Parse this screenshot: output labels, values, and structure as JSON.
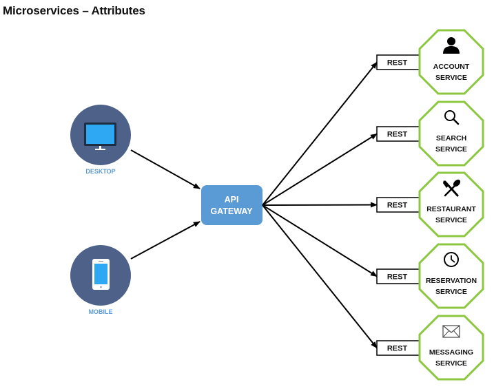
{
  "title": "Microservices – Attributes",
  "colors": {
    "client_circle": "#4d6189",
    "screen_blue": "#2ea8f2",
    "client_label": "#5b9bd5",
    "gateway_fill": "#5b9bd5",
    "service_border": "#8cc83f",
    "arrow": "#000000"
  },
  "clients": [
    {
      "id": "desktop",
      "label": "DESKTOP",
      "icon": "desktop-monitor-icon"
    },
    {
      "id": "mobile",
      "label": "MOBILE",
      "icon": "mobile-phone-icon"
    }
  ],
  "gateway": {
    "line1": "API",
    "line2": "GATEWAY"
  },
  "services": [
    {
      "id": "account",
      "rest": "REST",
      "line1": "ACCOUNT",
      "line2": "SERVICE",
      "icon": "user-icon"
    },
    {
      "id": "search",
      "rest": "REST",
      "line1": "SEARCH",
      "line2": "SERVICE",
      "icon": "search-icon"
    },
    {
      "id": "restaurant",
      "rest": "REST",
      "line1": "RESTAURANT",
      "line2": "SERVICE",
      "icon": "fork-spoon-icon"
    },
    {
      "id": "reservation",
      "rest": "REST",
      "line1": "RESERVATION",
      "line2": "SERVICE",
      "icon": "clock-icon"
    },
    {
      "id": "messaging",
      "rest": "REST",
      "line1": "MESSAGING",
      "line2": "SERVICE",
      "icon": "envelope-icon"
    }
  ]
}
